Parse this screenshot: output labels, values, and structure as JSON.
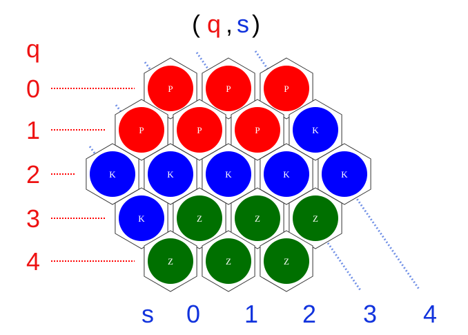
{
  "title": {
    "open_paren": "(",
    "q": "q",
    "comma": ",",
    "s": "s",
    "close_paren": ")"
  },
  "q_axis": {
    "label": "q",
    "rows": [
      "0",
      "1",
      "2",
      "3",
      "4"
    ]
  },
  "s_axis": {
    "label": "s",
    "columns": [
      "0",
      "1",
      "2",
      "3",
      "4"
    ]
  },
  "grid": {
    "rows": [
      [
        "P",
        "P",
        "P"
      ],
      [
        "P",
        "P",
        "P",
        "K"
      ],
      [
        "K",
        "K",
        "K",
        "K",
        "K"
      ],
      [
        "K",
        "Z",
        "Z",
        "Z"
      ],
      [
        "Z",
        "Z",
        "Z"
      ]
    ]
  },
  "colors": {
    "P": "#ff0000",
    "K": "#0000ff",
    "Z": "#007000",
    "q_text": "#ee1111",
    "s_text": "#1133dd",
    "q_dots": "#ff0000",
    "s_dots": "#6f8fe6",
    "hex_stroke": "#333333",
    "title_text": "#000000"
  }
}
